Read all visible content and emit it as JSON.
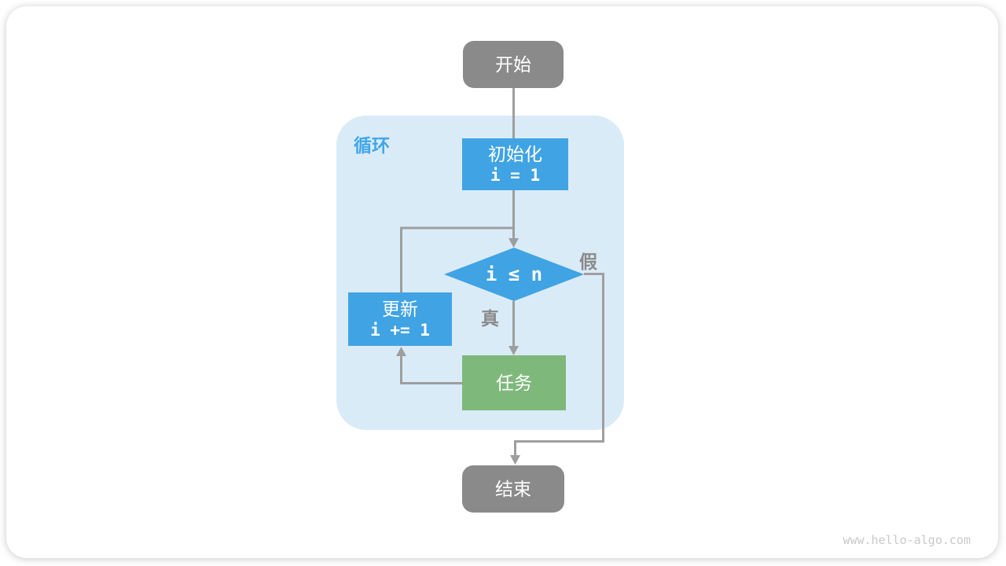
{
  "diagram": {
    "loop_label": "循环",
    "nodes": {
      "start": {
        "label": "开始"
      },
      "init": {
        "title": "初始化",
        "code": "i = 1"
      },
      "condition": {
        "code": "i ≤ n"
      },
      "update": {
        "title": "更新",
        "code": "i += 1"
      },
      "task": {
        "label": "任务"
      },
      "end": {
        "label": "结束"
      }
    },
    "edge_labels": {
      "true": "真",
      "false": "假"
    },
    "colors": {
      "process_blue": "#40A3E3",
      "task_green": "#7FB87B",
      "terminal_gray": "#8A8A8A",
      "loop_background": "#DAEBF8",
      "connector_gray": "#9E9E9E",
      "loop_label_blue": "#41A7EA"
    }
  },
  "footer": {
    "watermark": "www.hello-algo.com"
  }
}
